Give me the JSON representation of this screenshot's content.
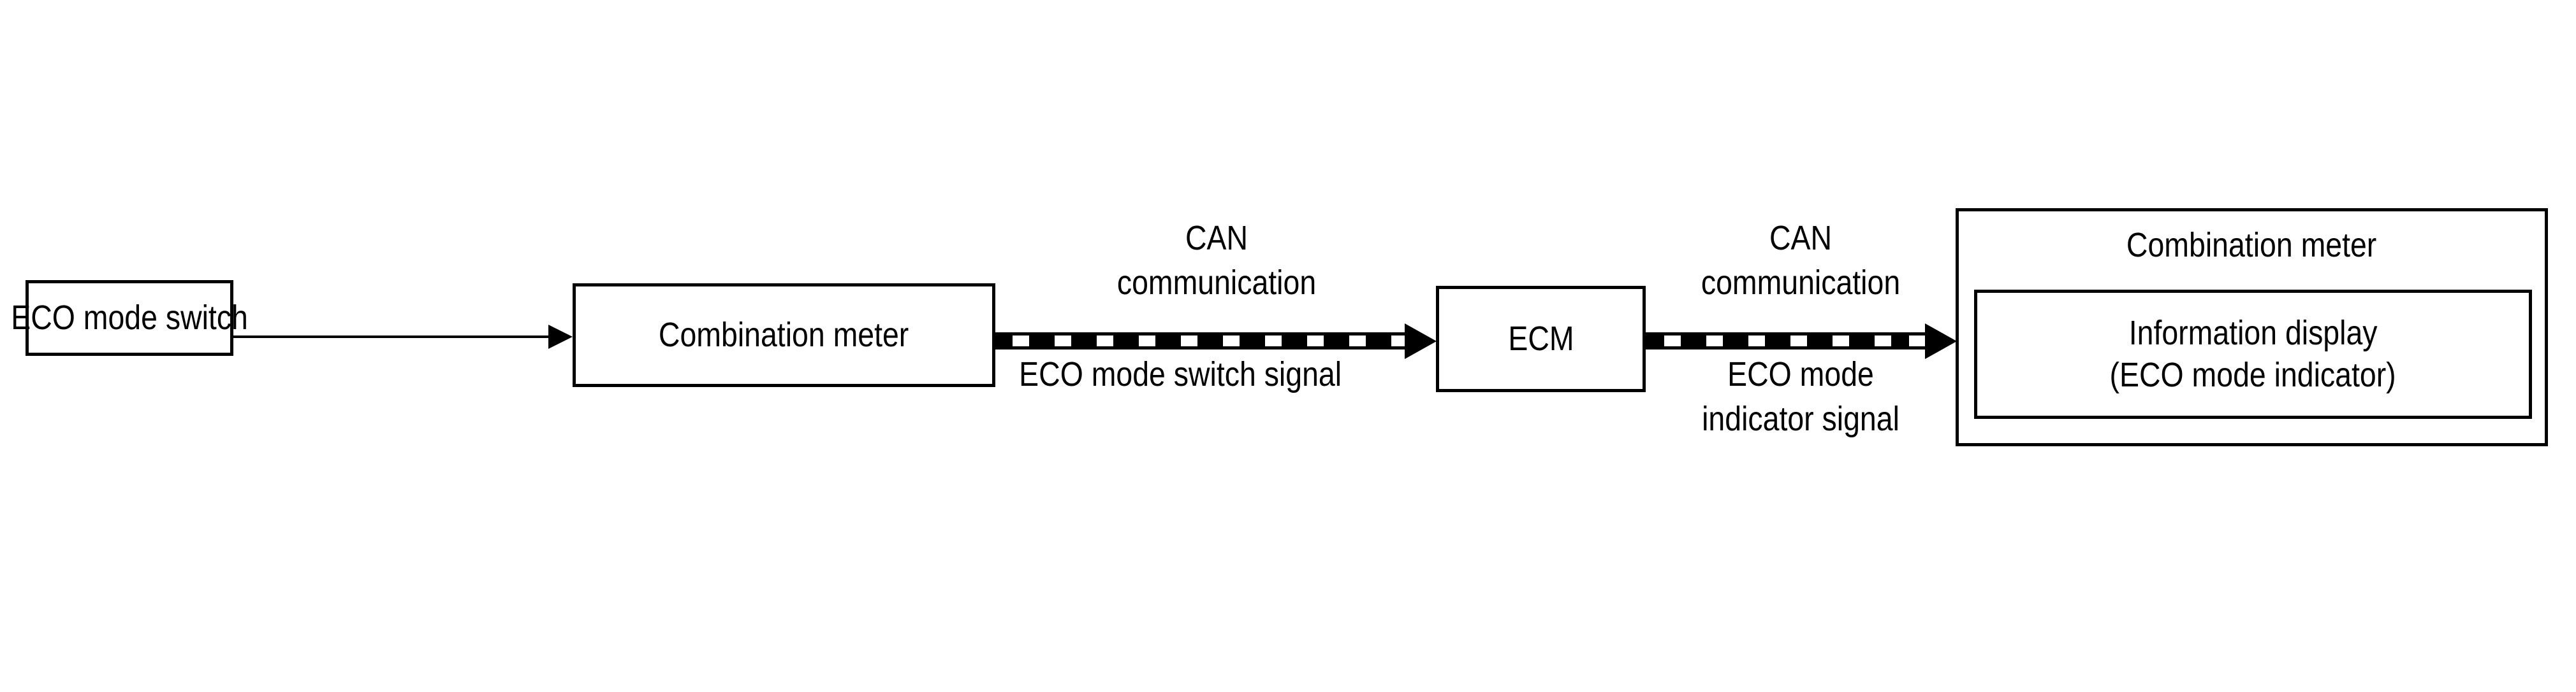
{
  "diagram": {
    "title": "ECO mode system block diagram",
    "background_color": "#ffffff",
    "line_color": "#000000",
    "nodes": [
      {
        "id": "eco-mode-switch",
        "label": "ECO mode switch"
      },
      {
        "id": "combination-meter-left",
        "label": "Combination meter"
      },
      {
        "id": "ecm",
        "label": "ECM"
      },
      {
        "id": "combination-meter-right",
        "label": "Combination meter",
        "inner": {
          "id": "information-display",
          "line1": "Information display",
          "line2": "(ECO mode indicator)"
        }
      }
    ],
    "connections": [
      {
        "id": "switch-to-meter",
        "style": "thin-solid-arrow",
        "from": "eco-mode-switch",
        "to": "combination-meter-left",
        "labels": []
      },
      {
        "id": "meter-to-ecm",
        "style": "thick-dashed-arrow",
        "from": "combination-meter-left",
        "to": "ecm",
        "label_above_line1": "CAN",
        "label_above_line2": "communication",
        "label_below_line1": "ECO mode switch signal",
        "label_below_line2": ""
      },
      {
        "id": "ecm-to-meter",
        "style": "thick-dashed-arrow",
        "from": "ecm",
        "to": "combination-meter-right",
        "label_above_line1": "CAN",
        "label_above_line2": "communication",
        "label_below_line1": "ECO mode",
        "label_below_line2": "indicator signal"
      }
    ]
  }
}
